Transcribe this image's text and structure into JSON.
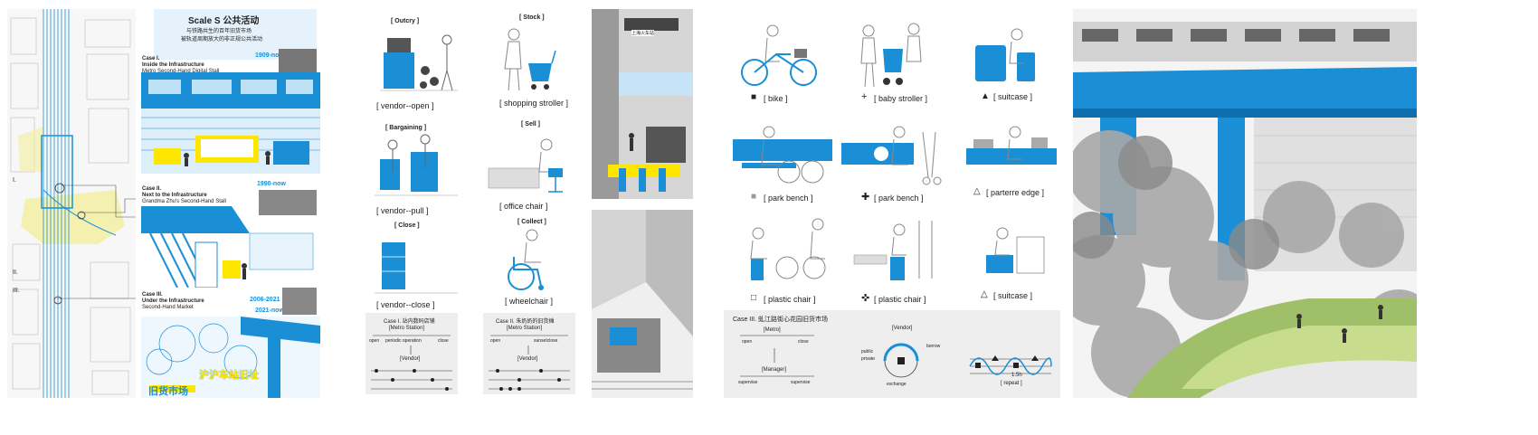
{
  "map": {
    "labels": [
      "I.",
      "II.",
      "III."
    ]
  },
  "scale": {
    "title": "Scale S  公共活动",
    "subtitle_1": "与铁路共生的百年旧货市场",
    "subtitle_2": "被轨道周期放大的非正规公共活动",
    "cases": [
      {
        "title": "Case I.",
        "line1": "Inside the Infrastructure",
        "line2": "Metro Second-Hand Digital Stall",
        "years": [
          "1909-now"
        ]
      },
      {
        "title": "Case II.",
        "line1": "Next to the Infrastructure",
        "line2": "Grandma Zhu's Second-Hand Stall",
        "years": [
          "1990-now"
        ]
      },
      {
        "title": "Case III.",
        "line1": "Under the Infrastructure",
        "line2": "Second-Hand Market",
        "years": [
          "2006-2021",
          "2021-now"
        ]
      }
    ],
    "bottom_text_1": "沪沪车站旧址",
    "bottom_text_2": "旧货市场"
  },
  "vendor": {
    "headers": [
      "[ Outcry ]",
      "[ Stock ]",
      "[ Bargaining ]",
      "[ Sell ]",
      "[ Close ]",
      "[ Collect ]"
    ],
    "labels": [
      "[ vendor--open ]",
      "[ shopping stroller ]",
      "[ vendor--pull ]",
      "[ office chair ]",
      "[ vendor--close ]",
      "[ wheelchair ]"
    ],
    "case1": {
      "title": "Case I. 站内数码店铺",
      "metro": "[Metro Station]",
      "open": "open",
      "periodic": "periodic operation",
      "close": "close",
      "vendor": "[Vendor]"
    },
    "case2": {
      "title": "Case II. 朱奶奶的旧货摊",
      "metro": "[Metro Station]",
      "open": "open",
      "sunset": "sunsetclose",
      "vendor": "[Vendor]"
    }
  },
  "photos": {
    "sign_text": "上海火车站"
  },
  "objects": {
    "labels": [
      "[ bike ]",
      "[ baby stroller ]",
      "[ suitcase ]",
      "[ park bench ]",
      "[ park bench ]",
      "[ parterre edge ]",
      "[ plastic chair ]",
      "[ plastic chair ]",
      "[ suitcase ]"
    ],
    "case3": {
      "title": "Case III. 虬江路街心花园旧货市场",
      "metro": "[Metro]",
      "open": "open",
      "close": "close",
      "manager": "[Manager]",
      "supervise_1": "supervise",
      "supervise_2": "supervise",
      "vendor": "[Vendor]",
      "public": "public",
      "private": "private",
      "borrow": "borrow",
      "exchange": "exchange",
      "repeat": "1.5h",
      "repeat_label": "[ repeat ]"
    }
  },
  "colors": {
    "accent": "#1a8fd6",
    "panel_gray": "#eeeeee"
  }
}
